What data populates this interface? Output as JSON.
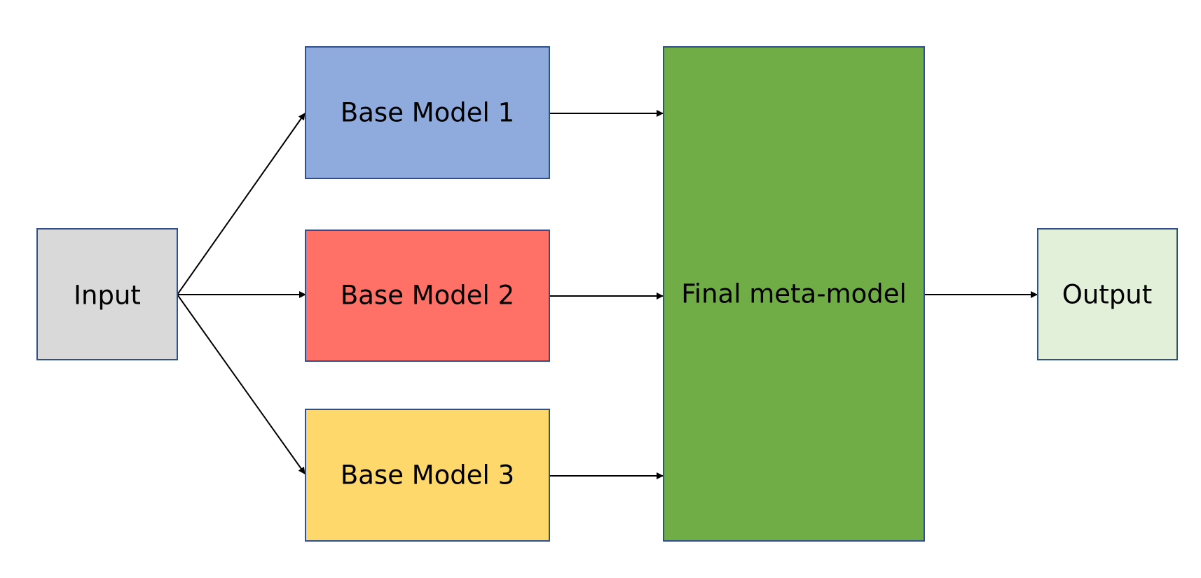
{
  "diagram": {
    "nodes": {
      "input": {
        "label": "Input",
        "color": "#d9d9d9"
      },
      "base1": {
        "label": "Base Model 1",
        "color": "#8faadc"
      },
      "base2": {
        "label": "Base Model 2",
        "color": "#ff7066"
      },
      "base3": {
        "label": "Base Model 3",
        "color": "#fed86a"
      },
      "meta": {
        "label": "Final meta-model",
        "color": "#70ad47"
      },
      "output": {
        "label": "Output",
        "color": "#e2f0d9"
      }
    },
    "edges": [
      {
        "from": "input",
        "to": "base1"
      },
      {
        "from": "input",
        "to": "base2"
      },
      {
        "from": "input",
        "to": "base3"
      },
      {
        "from": "base1",
        "to": "meta"
      },
      {
        "from": "base2",
        "to": "meta"
      },
      {
        "from": "base3",
        "to": "meta"
      },
      {
        "from": "meta",
        "to": "output"
      }
    ],
    "border_color": "#2f4f8f",
    "edge_color": "#000000"
  }
}
